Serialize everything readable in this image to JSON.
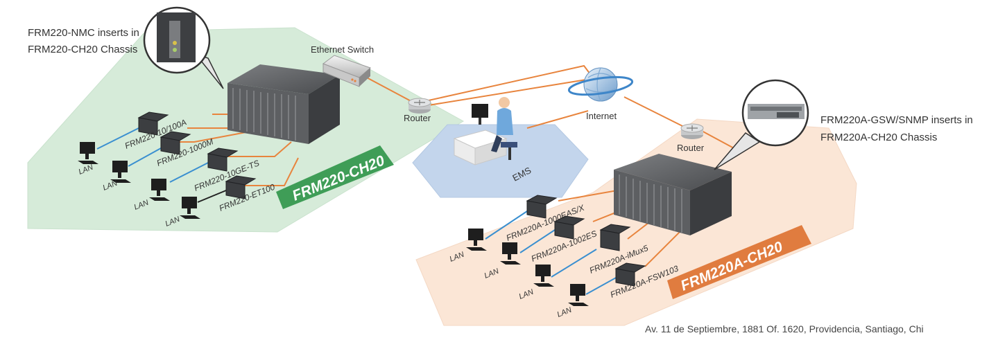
{
  "left_zone": {
    "chassis_banner": "FRM220-CH20",
    "callout_lines": [
      "FRM220-NMC inserts in",
      "FRM220-CH20 Chassis"
    ],
    "devices": [
      "FRM220-10/100A",
      "FRM220-1000M",
      "FRM220-10GE-TS",
      "FRM220-ET100"
    ],
    "lan_label": "LAN",
    "switch_label": "Ethernet Switch",
    "router_label": "Router"
  },
  "center": {
    "ems_label": "EMS",
    "internet_label": "Internet"
  },
  "right_zone": {
    "chassis_banner": "FRM220A-CH20",
    "callout_lines": [
      "FRM220A-GSW/SNMP inserts in",
      "FRM220A-CH20 Chassis"
    ],
    "devices": [
      "FRM220A-1000EAS/X",
      "FRM220A-1002ES",
      "FRM220A-iMux5",
      "FRM220A-FSW103"
    ],
    "lan_label": "LAN",
    "router_label": "Router"
  },
  "footer": {
    "address": "Av. 11 de Septiembre, 1881 Of. 1620, Providencia, Santiago, Chi"
  },
  "colors": {
    "left_zone_fill": "#d6ebd9",
    "right_zone_fill": "#fbe6d6",
    "ems_fill": "#c3d5ec",
    "left_banner": "#3f9d57",
    "right_banner": "#e07c3f",
    "wan_link": "#e8843d",
    "lan_link_blue": "#3a8fd0",
    "lan_link_black": "#222222"
  }
}
